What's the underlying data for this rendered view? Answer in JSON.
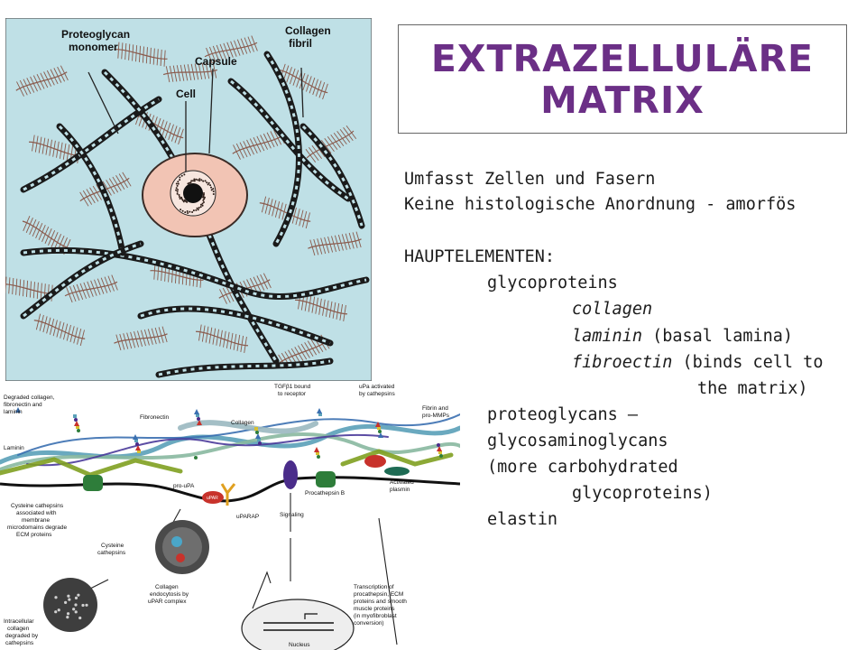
{
  "title": {
    "line1": "EXTRAZELLULÄRE",
    "line2": "MATRIX"
  },
  "text": {
    "l1": "Umfasst Zellen und Fasern",
    "l2": "Keine histologische Anordnung - amorfös",
    "heading": "HAUPTELEMENTEN:",
    "glyco": "glycoproteins",
    "collagen": "collagen",
    "laminin_it": "laminin",
    "laminin_rest": " (basal lamina)",
    "fibro_it": "fibroectin",
    "fibro_rest": " (binds cell to",
    "fibro_cont": "the matrix)",
    "pg1": "proteoglycans –",
    "pg2": "glycosaminoglycans",
    "pg3": "(more carbohydrated",
    "pg4": "glycoproteins)",
    "elastin": "elastin"
  },
  "top_figure": {
    "labels": {
      "proteoglycan_1": "Proteoglycan",
      "proteoglycan_2": "monomer",
      "capsule": "Capsule",
      "cell": "Cell",
      "collagen_1": "Collagen",
      "collagen_2": "fibril"
    },
    "colors": {
      "background": "#bfe0e6",
      "cell": "#f2c4b4",
      "fiber": "#1a1a1a",
      "proteoglycan": "#8a5a4c"
    }
  },
  "bottom_figure": {
    "labels": {
      "degraded_1": "Degraded collagen,",
      "degraded_2": "fibronectin and",
      "degraded_3": "laminin",
      "fibronectin": "Fibronectin",
      "collagen": "Collagen",
      "tgf_1": "TGFβ1 bound",
      "tgf_2": "to receptor",
      "upa_1": "uPa activated",
      "upa_2": "by cathepsins",
      "fibrin_1": "Fibrin and",
      "fibrin_2": "pro-MMPs",
      "laminin": "Laminin",
      "pro_upa": "pro-uPA",
      "upar": "uPAR",
      "uparap": "uPARAP",
      "procathepsin": "Procathepsin B",
      "activated_1": "Activated",
      "activated_2": "plasmin",
      "cys_assoc_1": "Cysteine cathepsins",
      "cys_assoc_2": "associated with",
      "cys_assoc_3": "membrane",
      "cys_assoc_4": "microdomains degrade",
      "cys_assoc_5": "ECM proteins",
      "signaling": "Signaling",
      "cys_1": "Cysteine",
      "cys_2": "cathepsins",
      "endo_1": "Collagen",
      "endo_2": "endocytosis by",
      "endo_3": "uPAR complex",
      "intra_1": "Intracellular",
      "intra_2": "collagen",
      "intra_3": "degraded by",
      "intra_4": "cathepsins",
      "nucleus": "Nucleus",
      "trans_1": "Transcription of",
      "trans_2": "procathepsin, ECM",
      "trans_3": "proteins and smooth",
      "trans_4": "muscle proteins",
      "trans_5": "(in myofibroblast",
      "trans_6": "conversion)"
    }
  }
}
